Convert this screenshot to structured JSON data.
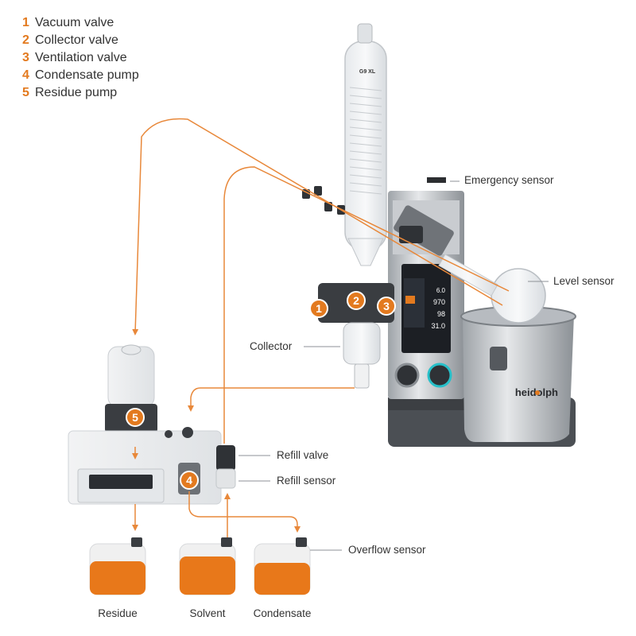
{
  "legend": [
    {
      "num": "1",
      "label": "Vacuum valve"
    },
    {
      "num": "2",
      "label": "Collector valve"
    },
    {
      "num": "3",
      "label": "Ventilation valve"
    },
    {
      "num": "4",
      "label": "Condensate pump"
    },
    {
      "num": "5",
      "label": "Residue pump"
    }
  ],
  "callouts": {
    "emergency_sensor": "Emergency sensor",
    "level_sensor": "Level sensor",
    "collector": "Collector",
    "refill_valve": "Refill valve",
    "refill_sensor": "Refill sensor",
    "overflow_sensor": "Overflow sensor"
  },
  "containers": {
    "residue": "Residue",
    "solvent": "Solvent",
    "condensate": "Condensate"
  },
  "device": {
    "condenser_label": "G9 XL",
    "brand": "heidolph",
    "display": [
      "6.0",
      "970",
      "98",
      "31.0"
    ]
  },
  "badges": [
    "1",
    "2",
    "3",
    "4",
    "5"
  ],
  "colors": {
    "accent": "#e37a1f",
    "liquid": "#e8781a",
    "line": "#e8883a"
  }
}
